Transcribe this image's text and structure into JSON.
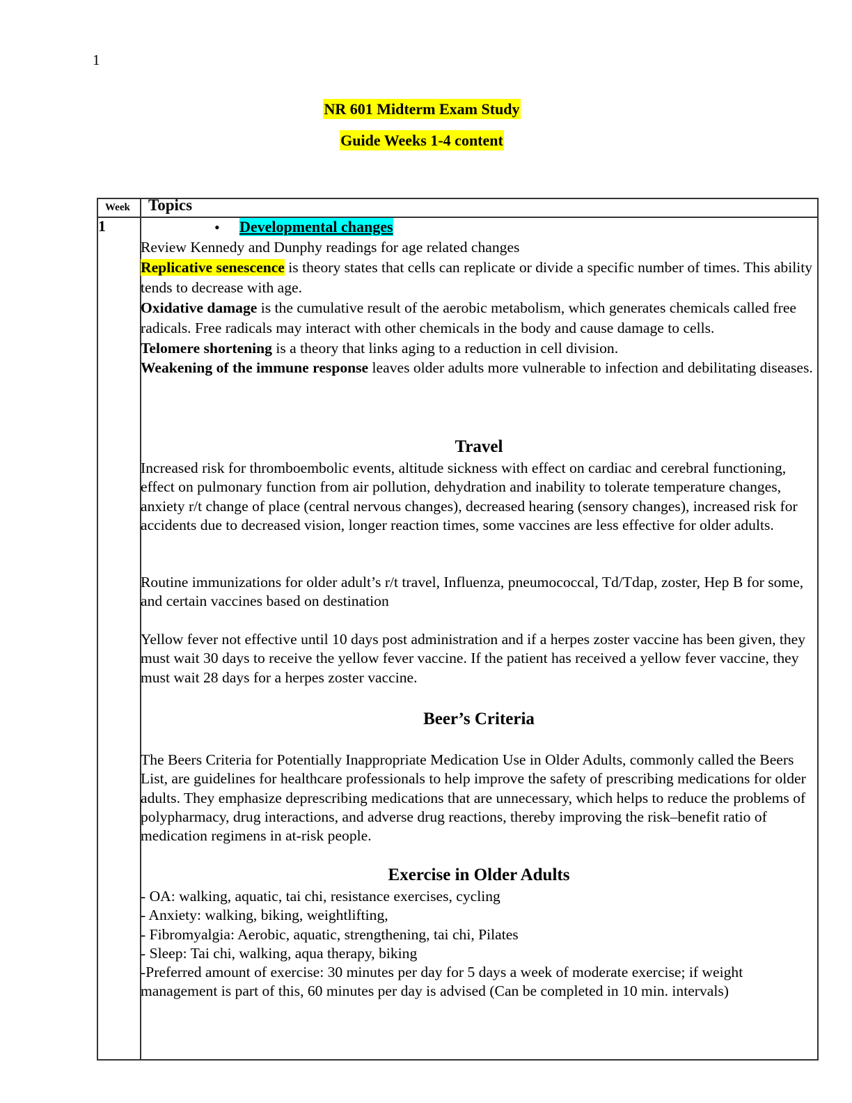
{
  "page_number": "1",
  "title": {
    "line1": "NR 601 Midterm Exam Study",
    "line2": "Guide Weeks 1-4 content"
  },
  "table": {
    "headers": {
      "week": "Week",
      "topics": "Topics"
    },
    "week": "1",
    "bullet_heading": "Developmental changes",
    "intro": "Review Kennedy and Dunphy readings for age related changes",
    "theories": [
      {
        "term": "Replicative senescence",
        "text": " is theory states that cells can replicate or divide a specific number of times. This ability tends to decrease with age."
      },
      {
        "term": "Oxidative damage",
        "text": " is the cumulative result of the aerobic metabolism, which generates chemicals called free radicals. Free radicals may interact with other chemicals in the body and cause damage to cells."
      },
      {
        "term": "Telomere shortening",
        "text": " is a theory that links aging to a reduction in cell division."
      },
      {
        "term": "Weakening of the immune response",
        "text": " leaves older adults more vulnerable to infection and debilitating diseases."
      }
    ],
    "travel": {
      "heading": "Travel",
      "p1": "Increased risk for thromboembolic events, altitude sickness with effect on cardiac and cerebral functioning, effect on pulmonary function from air pollution, dehydration and inability to tolerate temperature changes, anxiety r/t change of place (central nervous changes), decreased hearing (sensory changes), increased risk for accidents due to decreased vision, longer reaction times, some vaccines are less effective for older adults.",
      "p2": "Routine immunizations for older adult’s r/t travel, Influenza, pneumococcal, Td/Tdap, zoster, Hep B for some, and certain vaccines based on destination",
      "p3": "Yellow fever not effective until 10 days post administration and if a herpes zoster vaccine has been given, they must wait 30 days to receive the yellow fever vaccine. If the patient has received a yellow fever vaccine, they must wait 28 days for a herpes zoster vaccine."
    },
    "beers": {
      "heading": "Beer’s Criteria",
      "p1": "The Beers Criteria for Potentially Inappropriate Medication Use in Older Adults, commonly called the Beers List, are guidelines for healthcare professionals to help improve the safety of prescribing medications for older adults. They emphasize deprescribing medications that are unnecessary, which helps to reduce the problems of polypharmacy, drug interactions, and adverse drug reactions, thereby improving the risk–benefit ratio of medication regimens in at-risk people."
    },
    "exercise": {
      "heading": "Exercise in Older Adults",
      "lines": [
        "- OA: walking, aquatic, tai chi, resistance exercises, cycling",
        "- Anxiety: walking, biking, weightlifting,",
        "- Fibromyalgia: Aerobic, aquatic, strengthening, tai chi, Pilates",
        "- Sleep: Tai chi, walking, aqua therapy, biking",
        "-Preferred amount of exercise: 30 minutes per day for 5 days a week of moderate exercise; if weight management is part of this, 60 minutes per day is advised (Can be completed in 10 min. intervals)"
      ]
    }
  }
}
